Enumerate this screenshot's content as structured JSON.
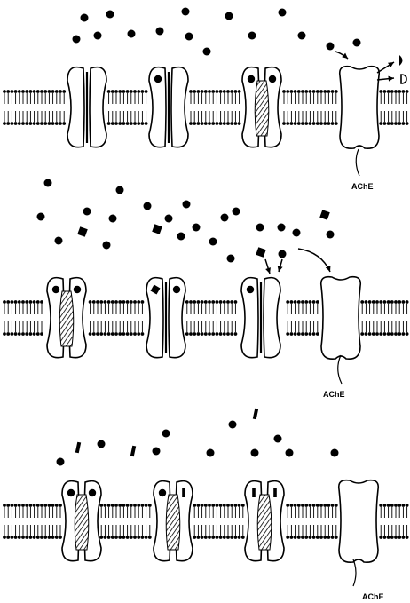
{
  "figure": {
    "panels": [
      {
        "id": "top",
        "enzyme_label": "AChE"
      },
      {
        "id": "middle",
        "enzyme_label": "AChE"
      },
      {
        "id": "bottom",
        "enzyme_label": "AChE"
      }
    ]
  }
}
